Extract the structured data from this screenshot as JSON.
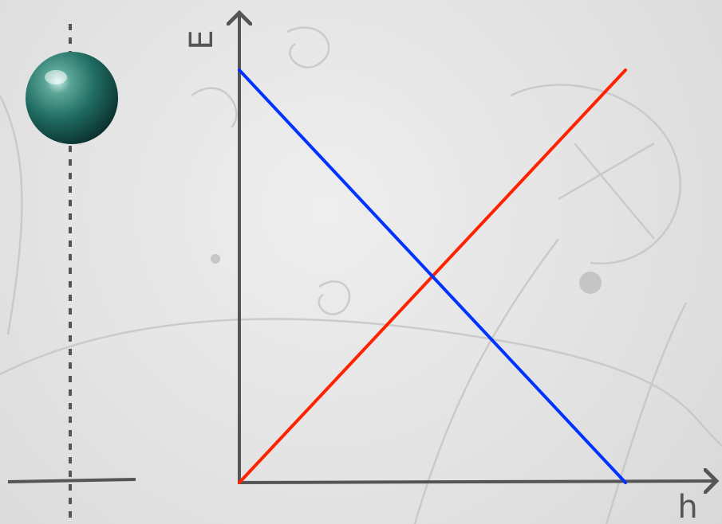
{
  "diagram": {
    "x_axis_label": "h",
    "y_axis_label": "E"
  },
  "colors": {
    "background": "#e6e6e6",
    "axis": "#555555",
    "line_rising": "#ff2200",
    "line_falling": "#0033ff",
    "ball": "#1f6b62",
    "dotted_guide": "#555555"
  },
  "chart_data": {
    "type": "line",
    "xlabel": "h",
    "ylabel": "E",
    "xlim": [
      0,
      1
    ],
    "ylim": [
      0,
      1
    ],
    "series": [
      {
        "x": [
          0,
          1
        ],
        "y": [
          0,
          1
        ]
      },
      {
        "x": [
          0,
          1
        ],
        "y": [
          1,
          0
        ]
      }
    ]
  }
}
